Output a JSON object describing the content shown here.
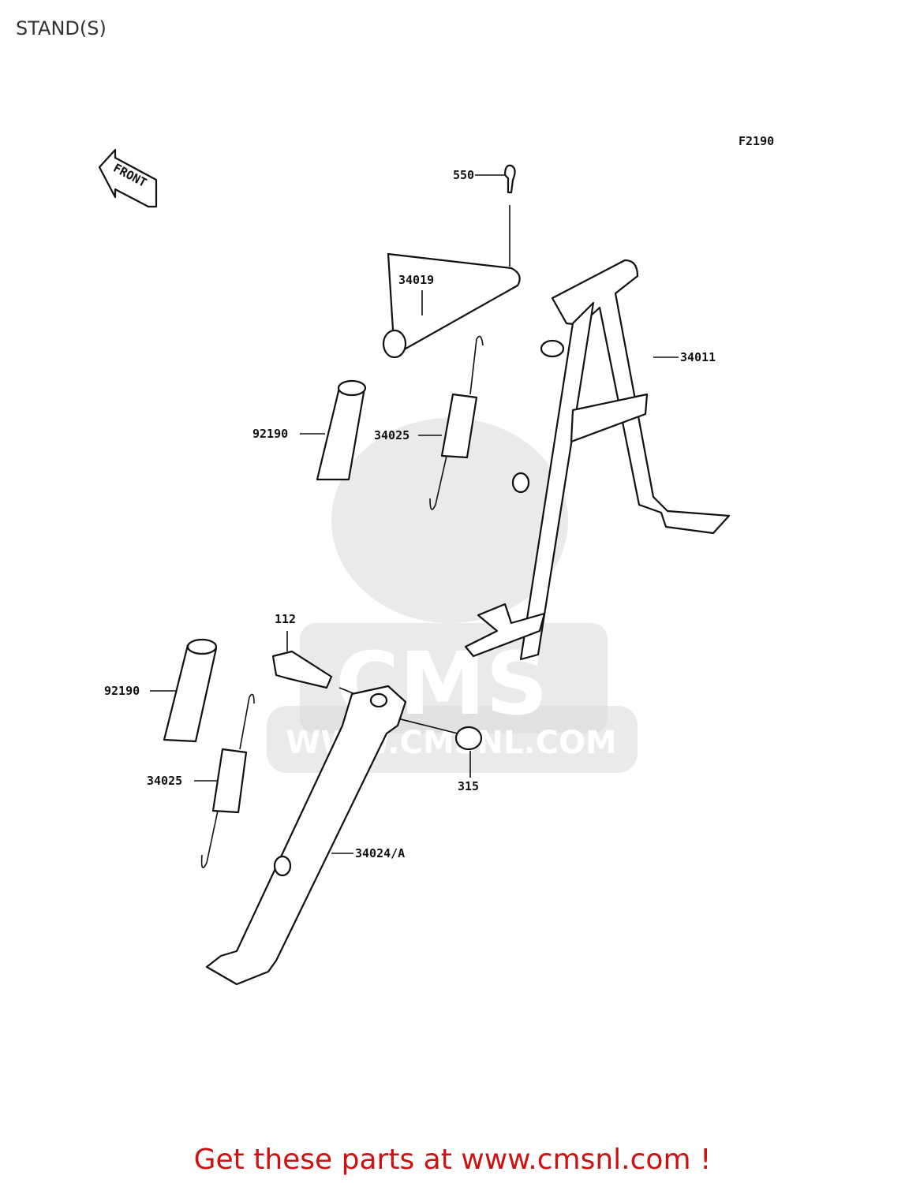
{
  "title": "STAND(S)",
  "figure_code": "F2190",
  "front_label": "FRONT",
  "watermark": {
    "brand": "CMS",
    "url": "WWW.CMSNL.COM"
  },
  "callouts": {
    "c550": "550",
    "c34019": "34019",
    "c34011": "34011",
    "c92190a": "92190",
    "c34025a": "34025",
    "c112": "112",
    "c92190b": "92190",
    "c34025b": "34025",
    "c315": "315",
    "c34024": "34024/A"
  },
  "footer": {
    "cta": "Get these parts at www.cmsnl.com !"
  },
  "colors": {
    "cta": "#cc1111",
    "line": "#111111",
    "watermark": "#d9d9d9"
  }
}
